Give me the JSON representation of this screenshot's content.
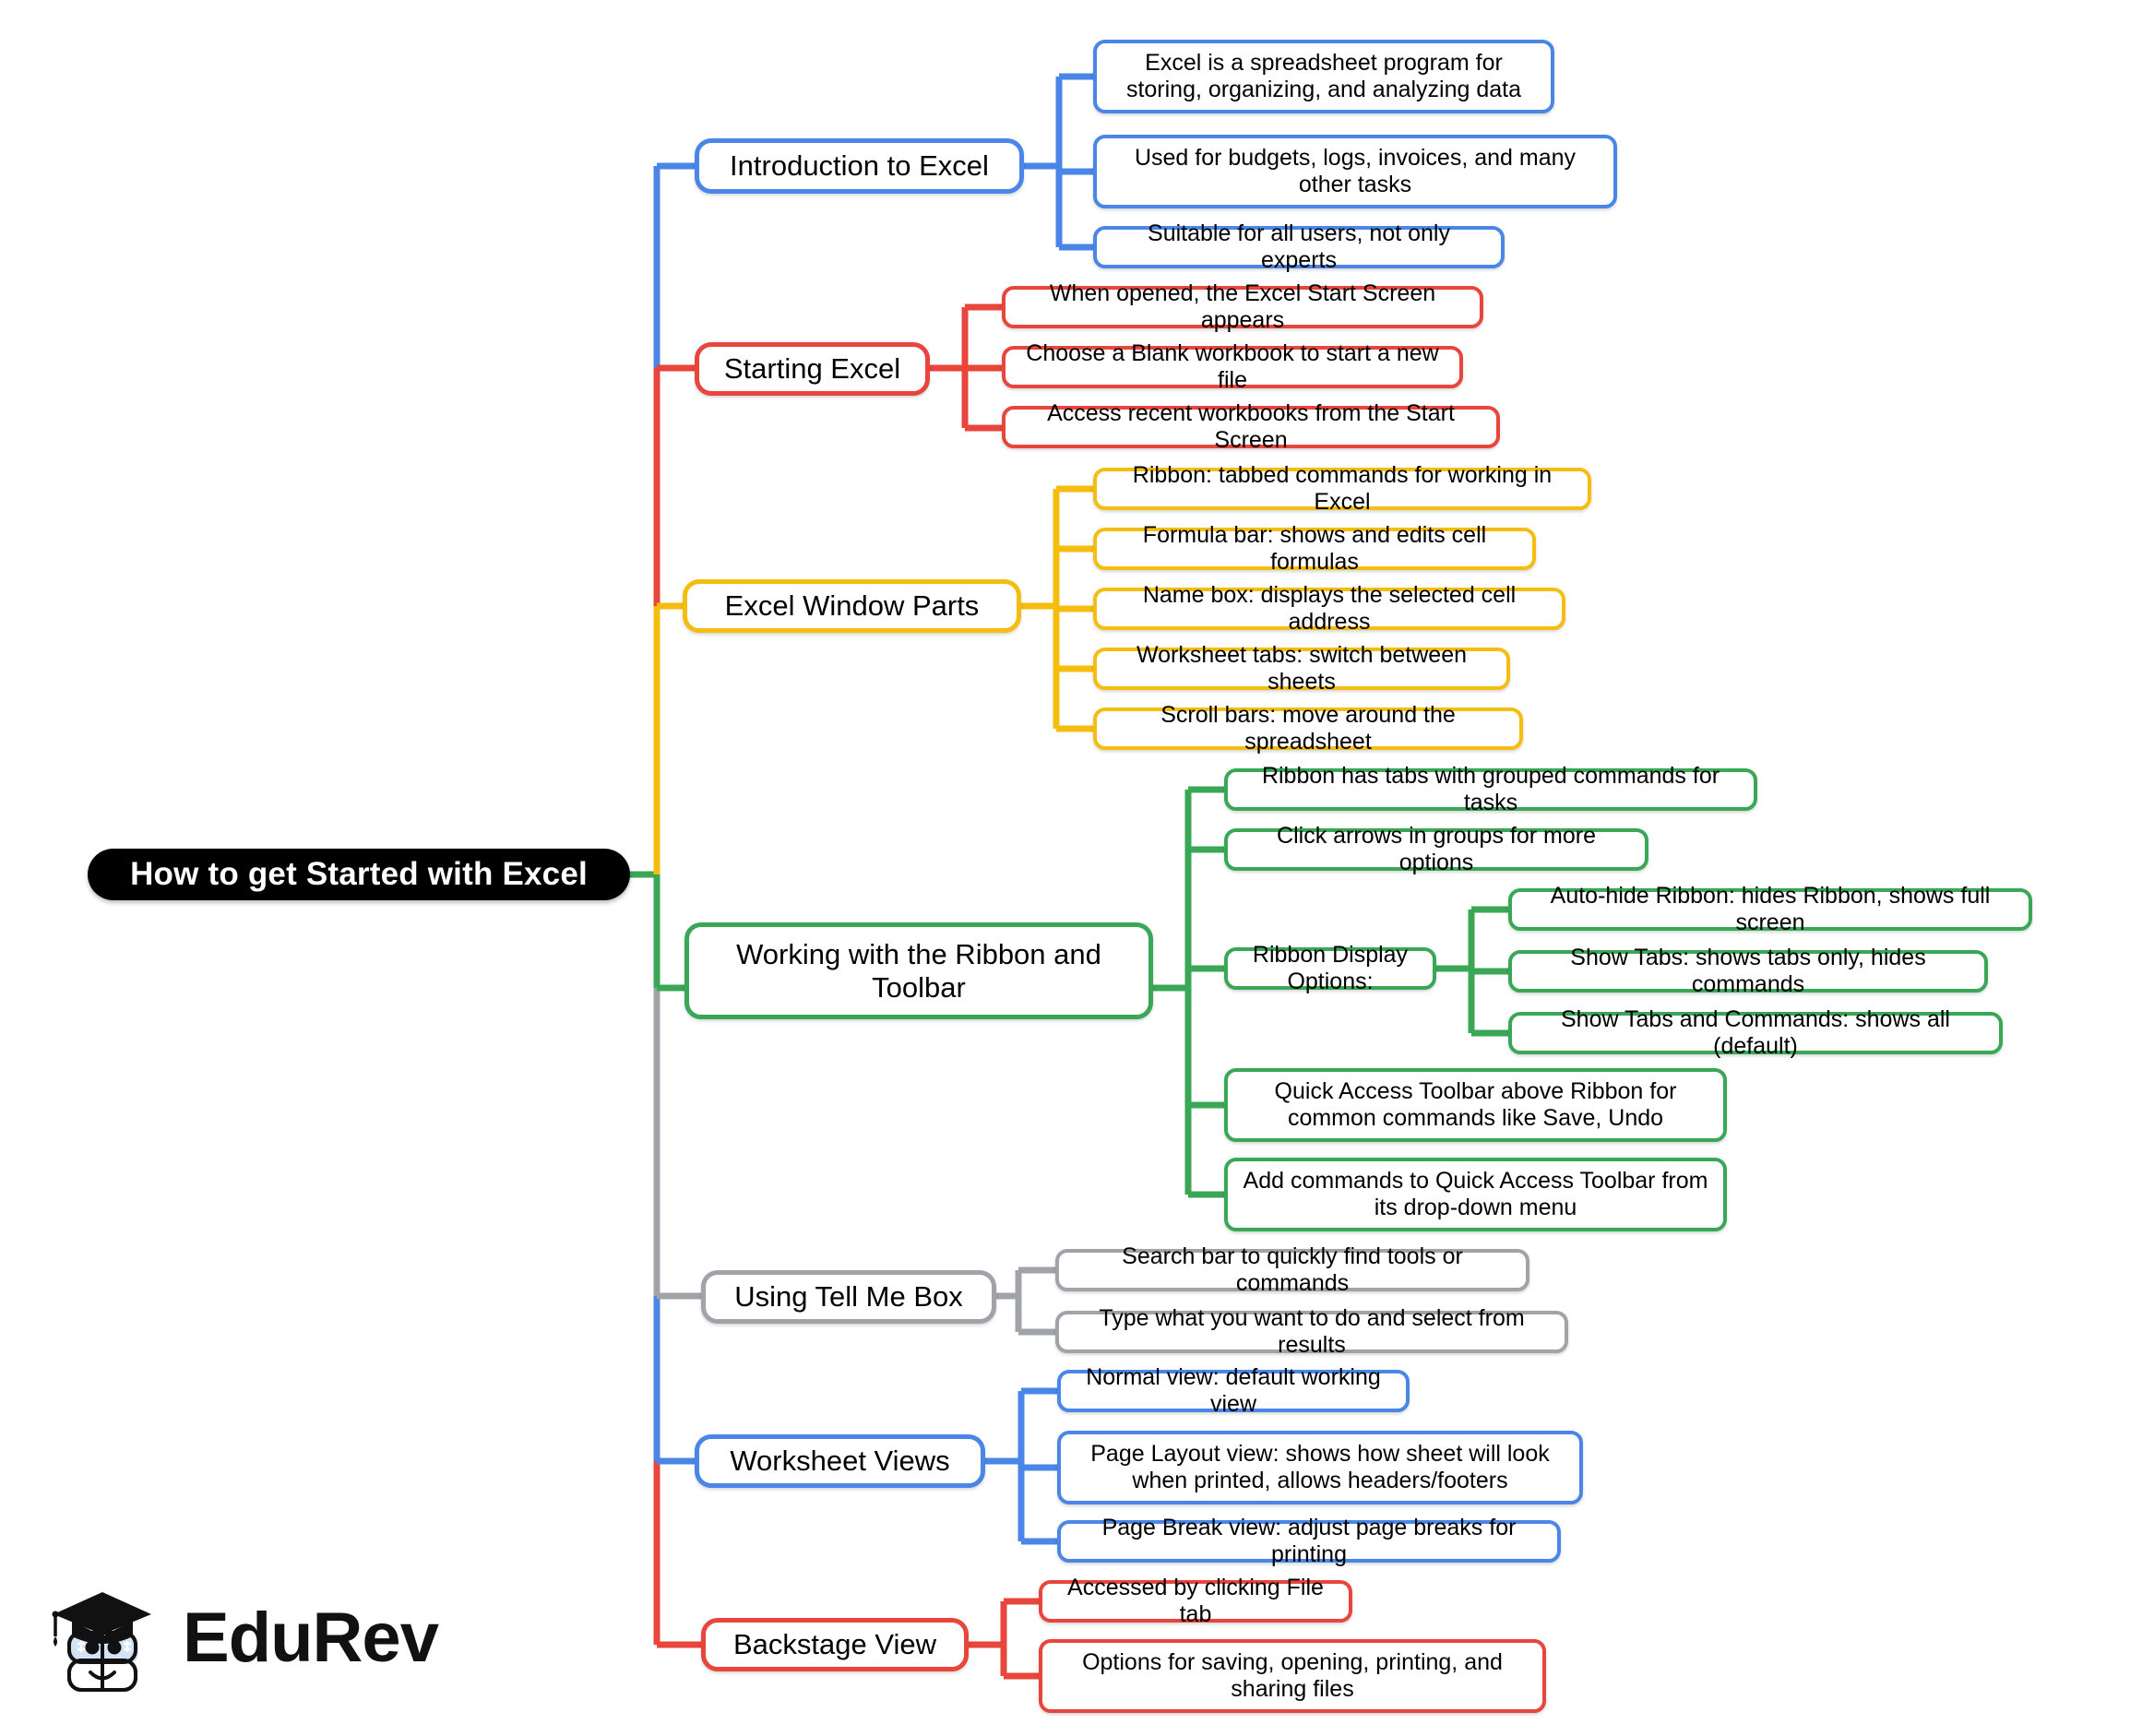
{
  "title": "How to get Started with Excel",
  "logo": {
    "name": "EduRev",
    "icon": "graduation-cap-book-mascot-logo"
  },
  "colors": {
    "blue": "#4a86e8",
    "red": "#e8453c",
    "yellow": "#f5bd10",
    "green": "#3aa757",
    "gray": "#a0a4a8",
    "root_bg": "#000000",
    "root_text": "#ffffff",
    "node_bg": "#ffffff",
    "node_text": "#000000"
  },
  "branches": [
    {
      "label": "Introduction to Excel",
      "color": "blue",
      "children": [
        {
          "label": "Excel is a spreadsheet program for storing, organizing, and analyzing data"
        },
        {
          "label": "Used for budgets, logs, invoices, and many other tasks"
        },
        {
          "label": "Suitable for all users, not only experts"
        }
      ]
    },
    {
      "label": "Starting Excel",
      "color": "red",
      "children": [
        {
          "label": "When opened, the Excel Start Screen appears"
        },
        {
          "label": "Choose a Blank workbook to start a new file"
        },
        {
          "label": "Access recent workbooks from the Start Screen"
        }
      ]
    },
    {
      "label": "Excel Window Parts",
      "color": "yellow",
      "children": [
        {
          "label": "Ribbon: tabbed commands for working in Excel"
        },
        {
          "label": "Formula bar: shows and edits cell formulas"
        },
        {
          "label": "Name box: displays the selected cell address"
        },
        {
          "label": "Worksheet tabs: switch between sheets"
        },
        {
          "label": "Scroll bars: move around the spreadsheet"
        }
      ]
    },
    {
      "label": "Working with the Ribbon and Toolbar",
      "color": "green",
      "children": [
        {
          "label": "Ribbon has tabs with grouped commands for tasks"
        },
        {
          "label": "Click arrows in groups for more options"
        },
        {
          "label": "Ribbon Display Options:",
          "children": [
            {
              "label": "Auto-hide Ribbon: hides Ribbon, shows full screen"
            },
            {
              "label": "Show Tabs: shows tabs only, hides commands"
            },
            {
              "label": "Show Tabs and Commands: shows all (default)"
            }
          ]
        },
        {
          "label": "Quick Access Toolbar above Ribbon for common commands like Save, Undo"
        },
        {
          "label": "Add commands to Quick Access Toolbar from its drop-down menu"
        }
      ]
    },
    {
      "label": "Using Tell Me Box",
      "color": "gray",
      "children": [
        {
          "label": "Search bar to quickly find tools or commands"
        },
        {
          "label": "Type what you want to do and select from results"
        }
      ]
    },
    {
      "label": "Worksheet Views",
      "color": "blue",
      "children": [
        {
          "label": "Normal view: default working view"
        },
        {
          "label": "Page Layout view: shows how sheet will look when printed, allows headers/footers"
        },
        {
          "label": "Page Break view: adjust page breaks for printing"
        }
      ]
    },
    {
      "label": "Backstage View",
      "color": "red",
      "children": [
        {
          "label": "Accessed by clicking File tab"
        },
        {
          "label": "Options for saving, opening, printing, and sharing files"
        }
      ]
    }
  ]
}
